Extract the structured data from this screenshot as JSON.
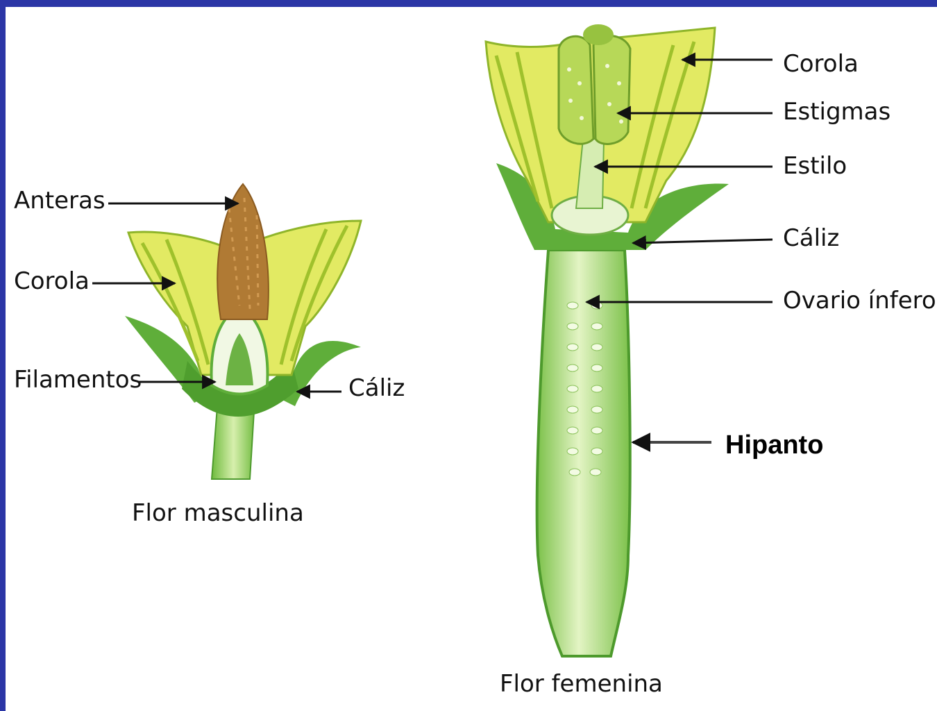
{
  "colors": {
    "background_border": "#2b36a6",
    "corolla": "#e2ea63",
    "corolla_stripe": "#9fc12c",
    "calyx": "#5fae3a",
    "stalk": "#b5dc7e",
    "anther": "#b07a34",
    "ovary": "#cbe79a",
    "arrow": "#111111"
  },
  "male_flower": {
    "caption": "Flor masculina",
    "labels": {
      "anteras": "Anteras",
      "corola": "Corola",
      "filamentos": "Filamentos",
      "caliz": "Cáliz"
    }
  },
  "female_flower": {
    "caption": "Flor femenina",
    "labels": {
      "corola": "Corola",
      "estigmas": "Estigmas",
      "estilo": "Estilo",
      "caliz": "Cáliz",
      "ovario": "Ovario ínfero",
      "hipanto": "Hipanto"
    }
  }
}
